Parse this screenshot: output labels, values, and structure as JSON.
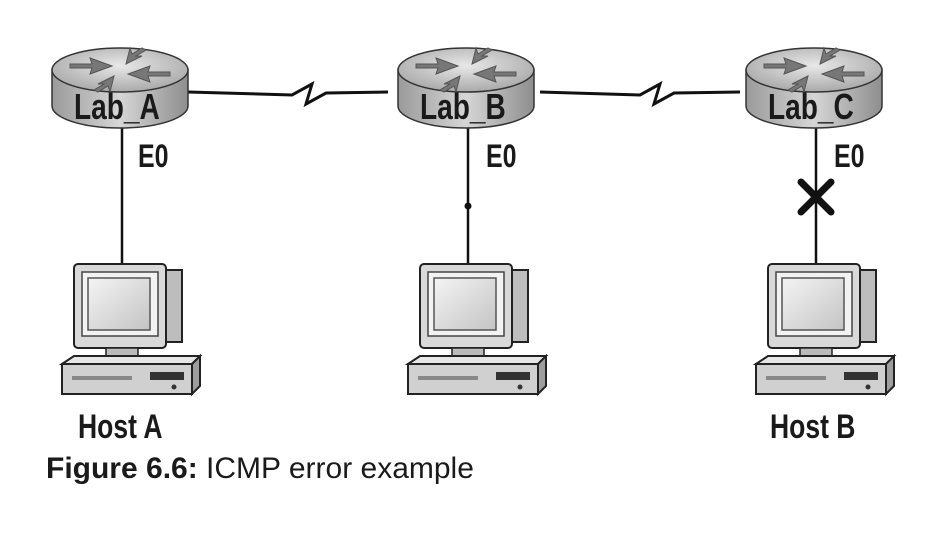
{
  "routers": [
    {
      "id": "lab-a",
      "label": "Lab_A",
      "interface": "E0"
    },
    {
      "id": "lab-b",
      "label": "Lab_B",
      "interface": "E0"
    },
    {
      "id": "lab-c",
      "label": "Lab_C",
      "interface": "E0"
    }
  ],
  "hosts": [
    {
      "id": "host-a",
      "label": "Host A"
    },
    {
      "id": "host-middle",
      "label": ""
    },
    {
      "id": "host-b",
      "label": "Host B"
    }
  ],
  "links": [
    {
      "from": "lab-a",
      "to": "lab-b",
      "type": "serial"
    },
    {
      "from": "lab-b",
      "to": "lab-c",
      "type": "serial"
    }
  ],
  "failure": {
    "link": "lab-c-to-host-b",
    "marker": "x-mark"
  },
  "caption": {
    "prefix": "Figure 6.6:",
    "text": "ICMP error example"
  },
  "colors": {
    "router_body": "#c9c9c9",
    "outline": "#1a1a1a",
    "text": "#1a1a1a"
  }
}
